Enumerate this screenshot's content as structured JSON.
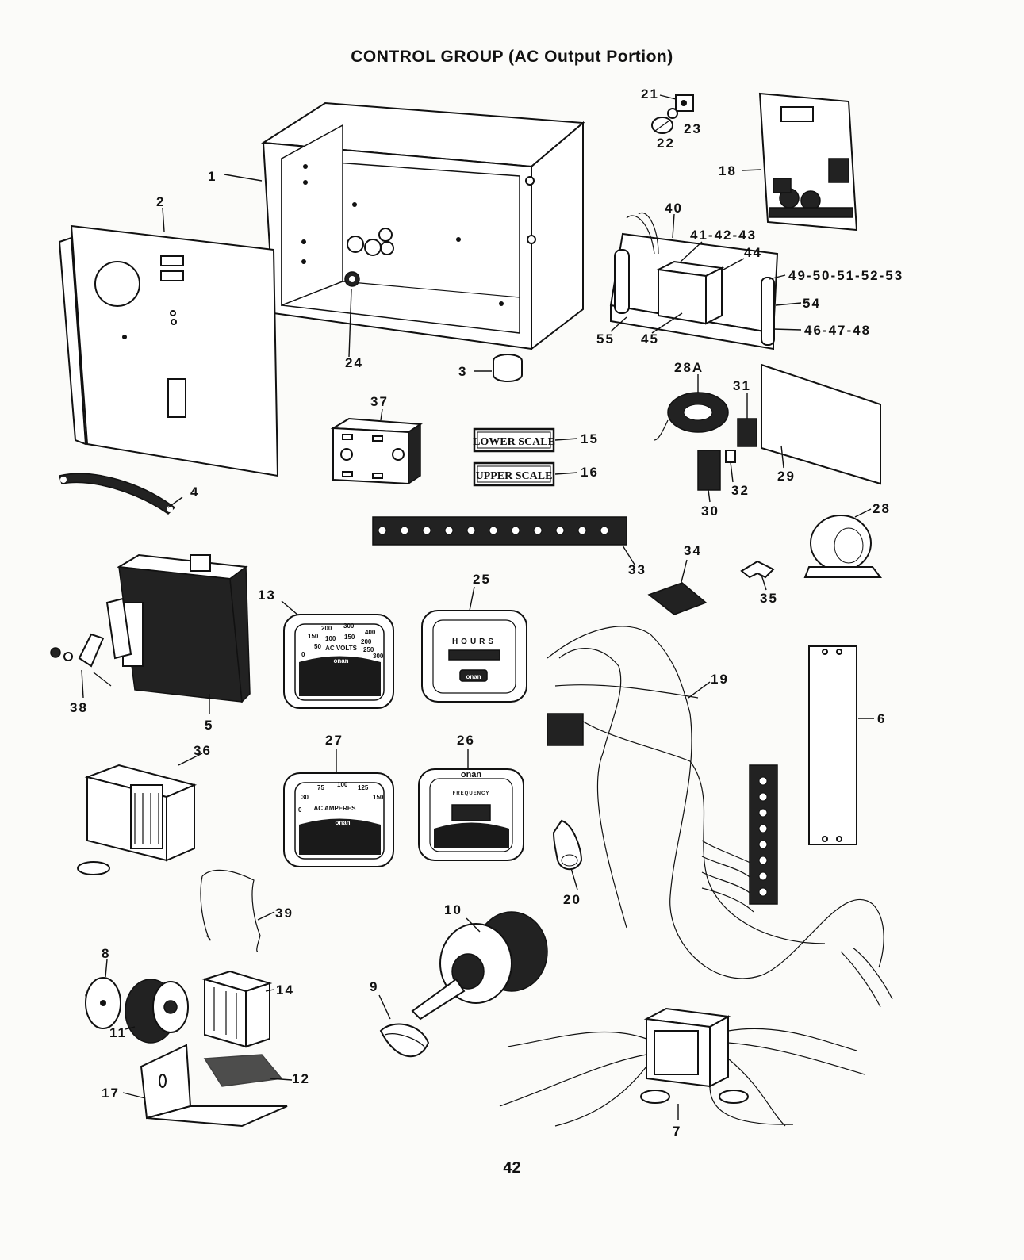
{
  "title": "CONTROL GROUP (AC Output Portion)",
  "page_number": "42",
  "scale_labels": {
    "lower": "LOWER SCALE",
    "upper": "UPPER SCALE"
  },
  "meter_texts": {
    "hours": "HOURS",
    "ac_volts": "AC VOLTS",
    "ac_amperes": "AC AMPERES",
    "frequency": "FREQUENCY",
    "brand": "onan"
  },
  "volts_ticks": [
    "150",
    "200",
    "300",
    "400",
    "100",
    "150",
    "200",
    "50",
    "250",
    "300",
    "0"
  ],
  "amps_ticks": [
    "30",
    "75",
    "100",
    "125",
    "150",
    "0"
  ],
  "callouts": [
    {
      "id": "1",
      "text": "1"
    },
    {
      "id": "2",
      "text": "2"
    },
    {
      "id": "3",
      "text": "3"
    },
    {
      "id": "4",
      "text": "4"
    },
    {
      "id": "5",
      "text": "5"
    },
    {
      "id": "6",
      "text": "6"
    },
    {
      "id": "7",
      "text": "7"
    },
    {
      "id": "8",
      "text": "8"
    },
    {
      "id": "9",
      "text": "9"
    },
    {
      "id": "10",
      "text": "10"
    },
    {
      "id": "11",
      "text": "11"
    },
    {
      "id": "12",
      "text": "12"
    },
    {
      "id": "13",
      "text": "13"
    },
    {
      "id": "14",
      "text": "14"
    },
    {
      "id": "15",
      "text": "15"
    },
    {
      "id": "16",
      "text": "16"
    },
    {
      "id": "17",
      "text": "17"
    },
    {
      "id": "18",
      "text": "18"
    },
    {
      "id": "19",
      "text": "19"
    },
    {
      "id": "20",
      "text": "20"
    },
    {
      "id": "21",
      "text": "21"
    },
    {
      "id": "22",
      "text": "22"
    },
    {
      "id": "23",
      "text": "23"
    },
    {
      "id": "24",
      "text": "24"
    },
    {
      "id": "25",
      "text": "25"
    },
    {
      "id": "26",
      "text": "26"
    },
    {
      "id": "27",
      "text": "27"
    },
    {
      "id": "28",
      "text": "28"
    },
    {
      "id": "28A",
      "text": "28A"
    },
    {
      "id": "29",
      "text": "29"
    },
    {
      "id": "30",
      "text": "30"
    },
    {
      "id": "31",
      "text": "31"
    },
    {
      "id": "32",
      "text": "32"
    },
    {
      "id": "33",
      "text": "33"
    },
    {
      "id": "34",
      "text": "34"
    },
    {
      "id": "35",
      "text": "35"
    },
    {
      "id": "36",
      "text": "36"
    },
    {
      "id": "37",
      "text": "37"
    },
    {
      "id": "38",
      "text": "38"
    },
    {
      "id": "39",
      "text": "39"
    },
    {
      "id": "40",
      "text": "40"
    },
    {
      "id": "41-42-43",
      "text": "41-42-43"
    },
    {
      "id": "44",
      "text": "44"
    },
    {
      "id": "45",
      "text": "45"
    },
    {
      "id": "46-47-48",
      "text": "46-47-48"
    },
    {
      "id": "49-53",
      "text": "49-50-51-52-53"
    },
    {
      "id": "54",
      "text": "54"
    },
    {
      "id": "55",
      "text": "55"
    }
  ]
}
